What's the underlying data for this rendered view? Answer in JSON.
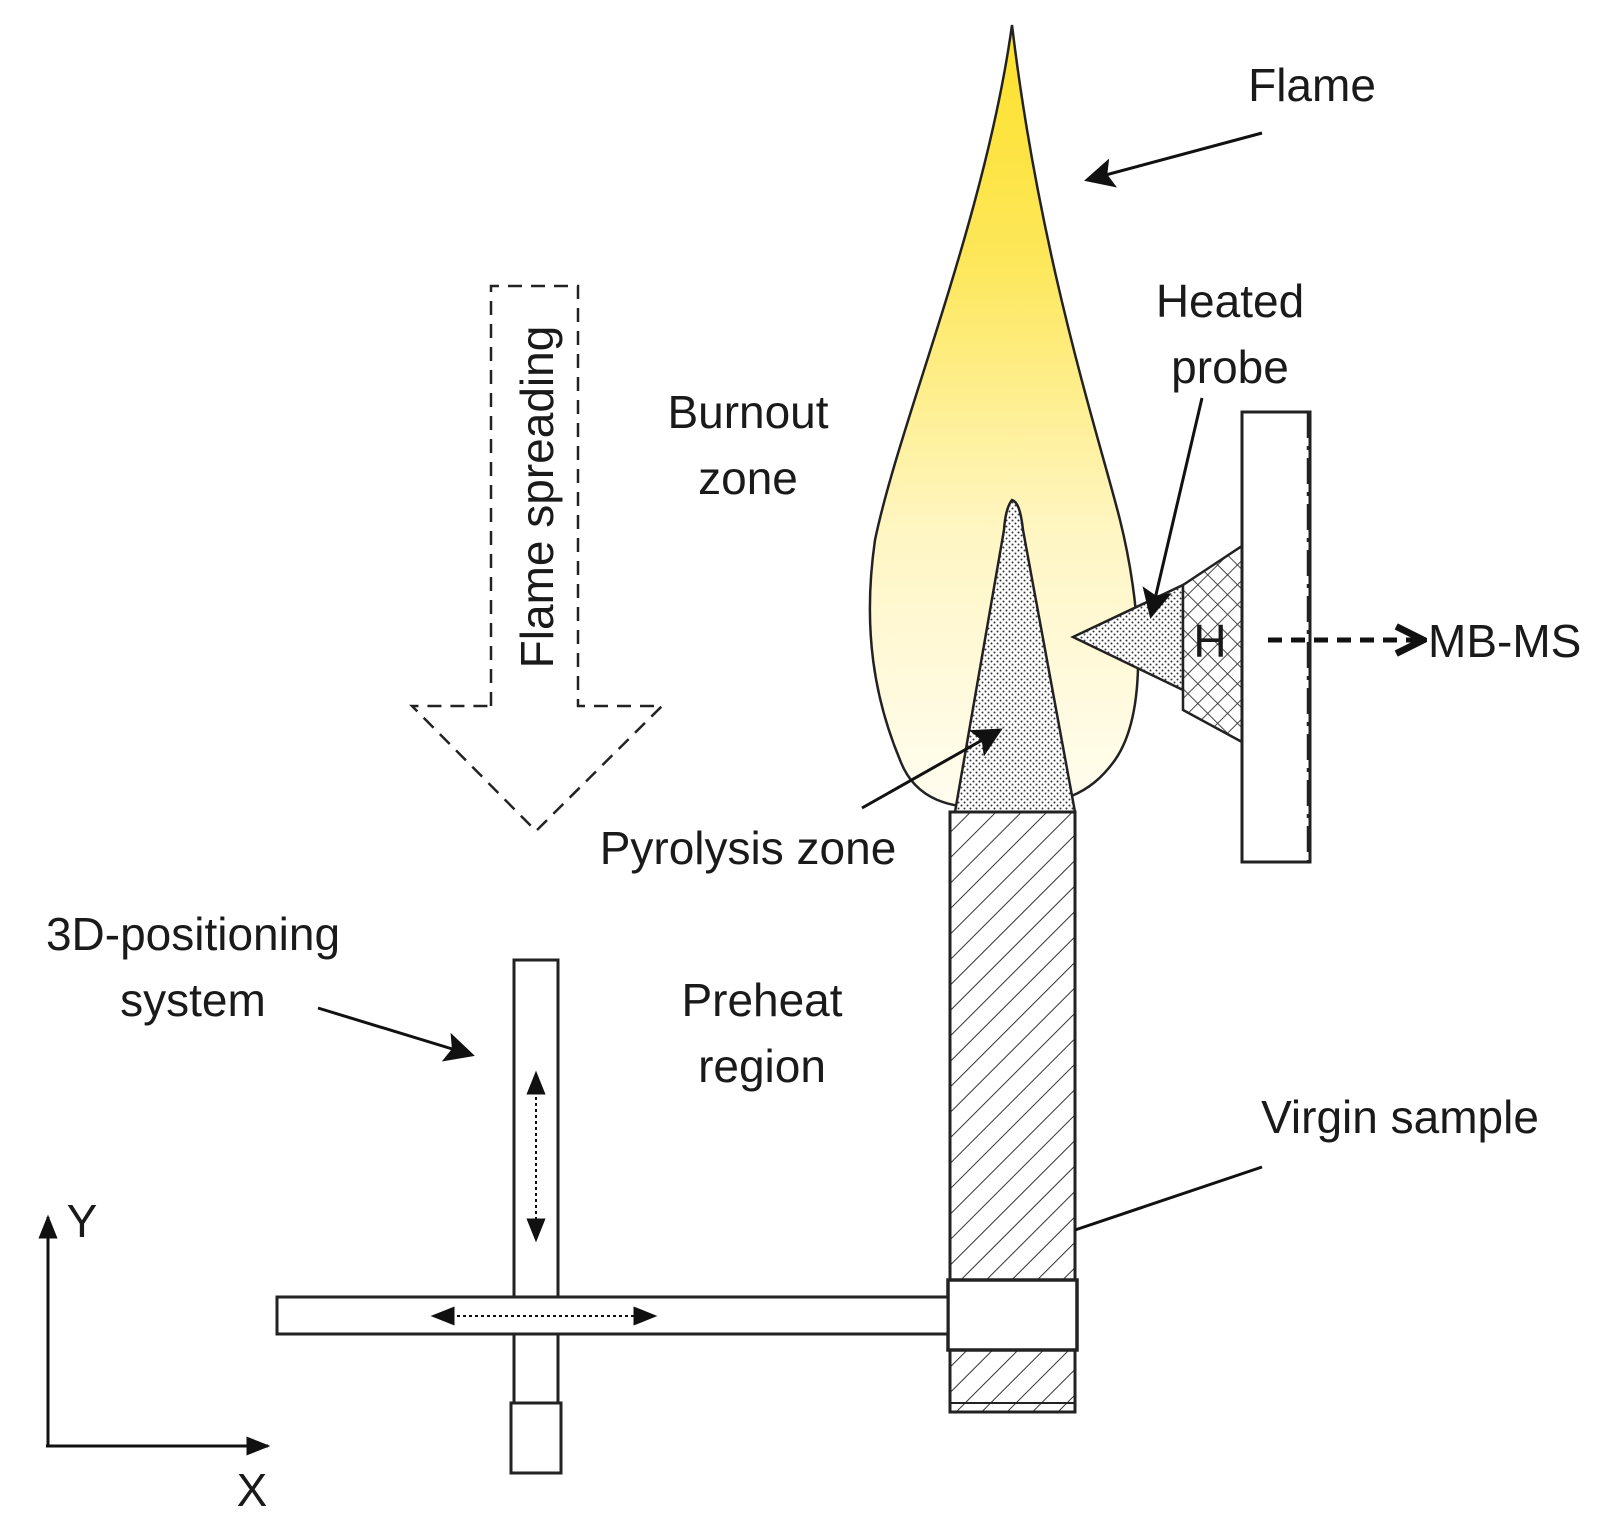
{
  "labels": {
    "flame": "Flame",
    "heated_probe_1": "Heated",
    "heated_probe_2": "probe",
    "burnout_1": "Burnout",
    "burnout_2": "zone",
    "flame_spreading": "Flame spreading",
    "probe_mark": "H",
    "mbms": "MB-MS",
    "pyrolysis": "Pyrolysis zone",
    "positioning_1": "3D-positioning",
    "positioning_2": "system",
    "preheat_1": "Preheat",
    "preheat_2": "region",
    "virgin": "Virgin sample",
    "axis_y": "Y",
    "axis_x": "X"
  },
  "colors": {
    "flame_tip": "#fde12a",
    "flame_base": "#fffdf0",
    "line": "#222222"
  }
}
